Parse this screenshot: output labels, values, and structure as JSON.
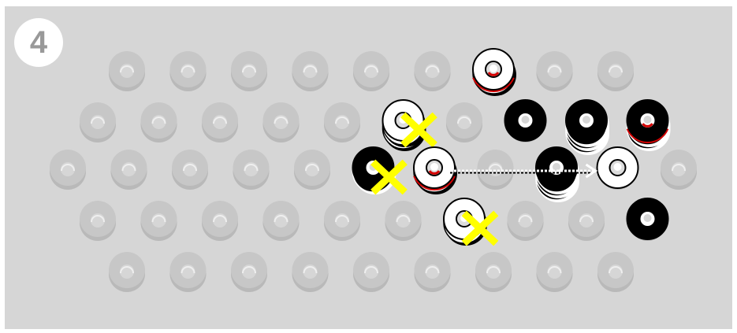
{
  "step": {
    "number": "4"
  },
  "colors": {
    "board": "#d6d6d6",
    "hole": "#c7c7c7",
    "hole_shadow": "#b9b9b9",
    "white_piece": "#ffffff",
    "black_piece": "#000000",
    "accent_red": "#d40000",
    "capture_mark": "#ffff00",
    "move_arrow": "#ffffff"
  },
  "board": {
    "rows": 5,
    "holes_per_row": [
      9,
      10,
      11,
      10,
      9
    ]
  },
  "pieces": [
    {
      "id": "w-r0-c6",
      "color": "white",
      "row": 0,
      "col": 6,
      "stack": 2,
      "red_marker": true
    },
    {
      "id": "w-r1-c5",
      "color": "white",
      "row": 1,
      "col": 5,
      "stack": 3,
      "red_marker": false,
      "captured": true
    },
    {
      "id": "b-r1-c7",
      "color": "black",
      "row": 1,
      "col": 7,
      "stack": 1,
      "red_marker": false
    },
    {
      "id": "b-r1-c8",
      "color": "black",
      "row": 1,
      "col": 8,
      "stack": 4,
      "red_marker": false
    },
    {
      "id": "b-r1-c9",
      "color": "black",
      "row": 1,
      "col": 9,
      "stack": 3,
      "red_marker": true
    },
    {
      "id": "b-r2-c5",
      "color": "black",
      "row": 2,
      "col": 5,
      "stack": 2,
      "red_marker": false,
      "captured": true
    },
    {
      "id": "w-r2-c6",
      "color": "white",
      "row": 2,
      "col": 6,
      "stack": 2,
      "red_marker": true
    },
    {
      "id": "b-r2-c8",
      "color": "black",
      "row": 2,
      "col": 8,
      "stack": 4,
      "red_marker": false
    },
    {
      "id": "w-r2-c9",
      "color": "white",
      "row": 2,
      "col": 9,
      "stack": 1,
      "red_marker": false
    },
    {
      "id": "w-r3-c6",
      "color": "white",
      "row": 3,
      "col": 6,
      "stack": 2,
      "red_marker": false,
      "captured": true
    },
    {
      "id": "b-r3-c9",
      "color": "black",
      "row": 3,
      "col": 9,
      "stack": 1,
      "red_marker": false
    }
  ],
  "move": {
    "from": {
      "row": 2,
      "col": 6
    },
    "to": {
      "row": 2,
      "col": 9
    }
  }
}
